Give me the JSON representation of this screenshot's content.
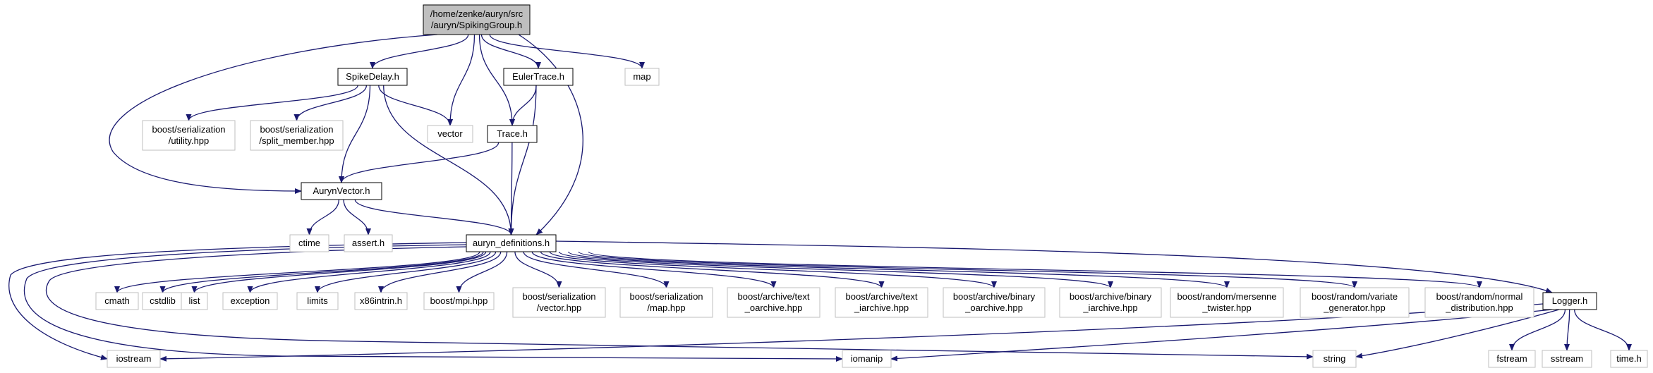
{
  "colors": {
    "edge": "#191970",
    "node_border": "#000000",
    "external_border": "#bfbfbf",
    "root_fill": "#bfbfbf",
    "node_fill": "#ffffff"
  },
  "nodes": [
    {
      "id": "spikinggroup",
      "lines": [
        "/home/zenke/auryn/src",
        "/auryn/SpikingGroup.h"
      ],
      "kind": "root"
    },
    {
      "id": "spikedelay",
      "lines": [
        "SpikeDelay.h"
      ],
      "kind": "internal"
    },
    {
      "id": "eulertrace",
      "lines": [
        "EulerTrace.h"
      ],
      "kind": "internal"
    },
    {
      "id": "map",
      "lines": [
        "map"
      ],
      "kind": "external"
    },
    {
      "id": "boost-serialization-utility",
      "lines": [
        "boost/serialization",
        "/utility.hpp"
      ],
      "kind": "external"
    },
    {
      "id": "boost-serialization-split-member",
      "lines": [
        "boost/serialization",
        "/split_member.hpp"
      ],
      "kind": "external"
    },
    {
      "id": "vector",
      "lines": [
        "vector"
      ],
      "kind": "external"
    },
    {
      "id": "trace",
      "lines": [
        "Trace.h"
      ],
      "kind": "internal"
    },
    {
      "id": "aurynvector",
      "lines": [
        "AurynVector.h"
      ],
      "kind": "internal"
    },
    {
      "id": "ctime",
      "lines": [
        "ctime"
      ],
      "kind": "external"
    },
    {
      "id": "assert",
      "lines": [
        "assert.h"
      ],
      "kind": "external"
    },
    {
      "id": "auryn-definitions",
      "lines": [
        "auryn_definitions.h"
      ],
      "kind": "internal"
    },
    {
      "id": "cmath",
      "lines": [
        "cmath"
      ],
      "kind": "external"
    },
    {
      "id": "cstdlib",
      "lines": [
        "cstdlib"
      ],
      "kind": "external"
    },
    {
      "id": "list",
      "lines": [
        "list"
      ],
      "kind": "external"
    },
    {
      "id": "exception",
      "lines": [
        "exception"
      ],
      "kind": "external"
    },
    {
      "id": "limits",
      "lines": [
        "limits"
      ],
      "kind": "external"
    },
    {
      "id": "x86intrin",
      "lines": [
        "x86intrin.h"
      ],
      "kind": "external"
    },
    {
      "id": "boost-mpi",
      "lines": [
        "boost/mpi.hpp"
      ],
      "kind": "external"
    },
    {
      "id": "boost-serialization-vector",
      "lines": [
        "boost/serialization",
        "/vector.hpp"
      ],
      "kind": "external"
    },
    {
      "id": "boost-serialization-map",
      "lines": [
        "boost/serialization",
        "/map.hpp"
      ],
      "kind": "external"
    },
    {
      "id": "boost-archive-text-oarchive",
      "lines": [
        "boost/archive/text",
        "_oarchive.hpp"
      ],
      "kind": "external"
    },
    {
      "id": "boost-archive-text-iarchive",
      "lines": [
        "boost/archive/text",
        "_iarchive.hpp"
      ],
      "kind": "external"
    },
    {
      "id": "boost-archive-binary-oarchive",
      "lines": [
        "boost/archive/binary",
        "_oarchive.hpp"
      ],
      "kind": "external"
    },
    {
      "id": "boost-archive-binary-iarchive",
      "lines": [
        "boost/archive/binary",
        "_iarchive.hpp"
      ],
      "kind": "external"
    },
    {
      "id": "boost-random-mersenne-twister",
      "lines": [
        "boost/random/mersenne",
        "_twister.hpp"
      ],
      "kind": "external"
    },
    {
      "id": "boost-random-variate-generator",
      "lines": [
        "boost/random/variate",
        "_generator.hpp"
      ],
      "kind": "external"
    },
    {
      "id": "boost-random-normal-distribution",
      "lines": [
        "boost/random/normal",
        "_distribution.hpp"
      ],
      "kind": "external"
    },
    {
      "id": "logger",
      "lines": [
        "Logger.h"
      ],
      "kind": "internal"
    },
    {
      "id": "iostream",
      "lines": [
        "iostream"
      ],
      "kind": "external"
    },
    {
      "id": "iomanip",
      "lines": [
        "iomanip"
      ],
      "kind": "external"
    },
    {
      "id": "string",
      "lines": [
        "string"
      ],
      "kind": "external"
    },
    {
      "id": "fstream",
      "lines": [
        "fstream"
      ],
      "kind": "external"
    },
    {
      "id": "sstream",
      "lines": [
        "sstream"
      ],
      "kind": "external"
    },
    {
      "id": "time-h",
      "lines": [
        "time.h"
      ],
      "kind": "external"
    }
  ],
  "edges": [
    [
      "spikinggroup",
      "spikedelay"
    ],
    [
      "spikinggroup",
      "vector"
    ],
    [
      "spikinggroup",
      "trace"
    ],
    [
      "spikinggroup",
      "eulertrace"
    ],
    [
      "spikinggroup",
      "map"
    ],
    [
      "spikinggroup",
      "aurynvector"
    ],
    [
      "spikinggroup",
      "auryn-definitions"
    ],
    [
      "spikedelay",
      "boost-serialization-utility"
    ],
    [
      "spikedelay",
      "boost-serialization-split-member"
    ],
    [
      "spikedelay",
      "vector"
    ],
    [
      "spikedelay",
      "aurynvector"
    ],
    [
      "spikedelay",
      "auryn-definitions"
    ],
    [
      "eulertrace",
      "trace"
    ],
    [
      "eulertrace",
      "auryn-definitions"
    ],
    [
      "trace",
      "aurynvector"
    ],
    [
      "trace",
      "auryn-definitions"
    ],
    [
      "aurynvector",
      "ctime"
    ],
    [
      "aurynvector",
      "assert"
    ],
    [
      "aurynvector",
      "auryn-definitions"
    ],
    [
      "auryn-definitions",
      "cmath"
    ],
    [
      "auryn-definitions",
      "cstdlib"
    ],
    [
      "auryn-definitions",
      "list"
    ],
    [
      "auryn-definitions",
      "exception"
    ],
    [
      "auryn-definitions",
      "limits"
    ],
    [
      "auryn-definitions",
      "x86intrin"
    ],
    [
      "auryn-definitions",
      "boost-mpi"
    ],
    [
      "auryn-definitions",
      "boost-serialization-vector"
    ],
    [
      "auryn-definitions",
      "boost-serialization-map"
    ],
    [
      "auryn-definitions",
      "boost-archive-text-oarchive"
    ],
    [
      "auryn-definitions",
      "boost-archive-text-iarchive"
    ],
    [
      "auryn-definitions",
      "boost-archive-binary-oarchive"
    ],
    [
      "auryn-definitions",
      "boost-archive-binary-iarchive"
    ],
    [
      "auryn-definitions",
      "boost-random-mersenne-twister"
    ],
    [
      "auryn-definitions",
      "boost-random-variate-generator"
    ],
    [
      "auryn-definitions",
      "boost-random-normal-distribution"
    ],
    [
      "auryn-definitions",
      "logger"
    ],
    [
      "auryn-definitions",
      "iostream"
    ],
    [
      "auryn-definitions",
      "iomanip"
    ],
    [
      "auryn-definitions",
      "string"
    ],
    [
      "logger",
      "iostream"
    ],
    [
      "logger",
      "iomanip"
    ],
    [
      "logger",
      "string"
    ],
    [
      "logger",
      "fstream"
    ],
    [
      "logger",
      "sstream"
    ],
    [
      "logger",
      "time-h"
    ]
  ]
}
